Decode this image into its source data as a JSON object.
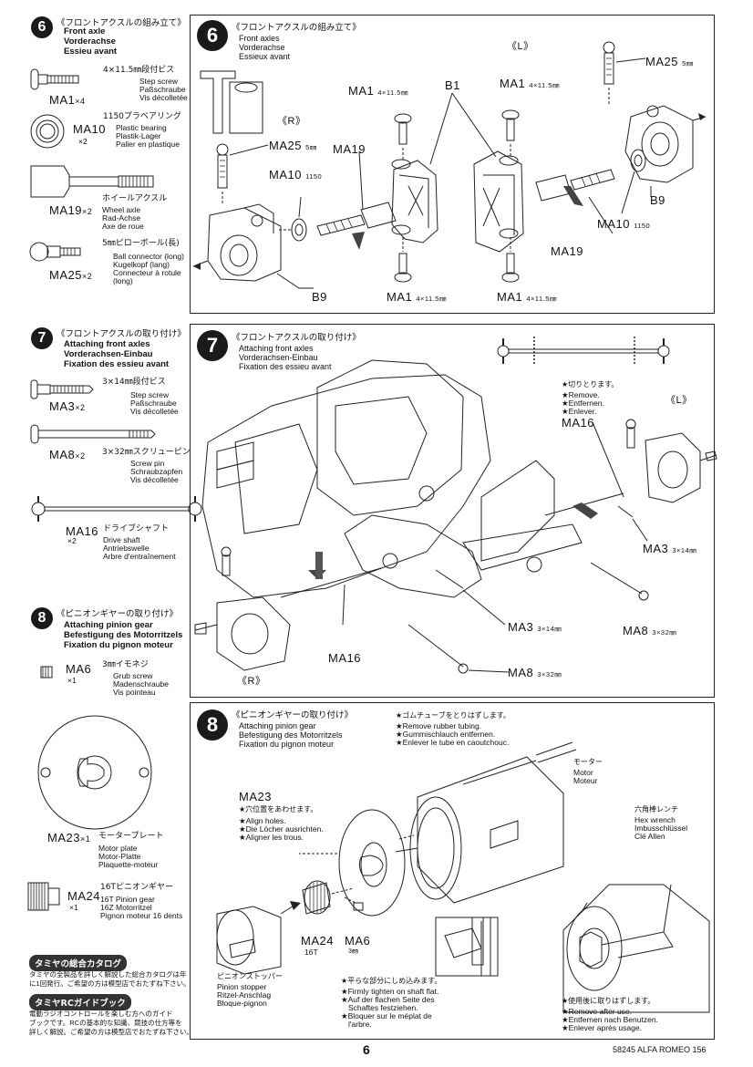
{
  "step6_left": {
    "num": "6",
    "title_jp": "《フロントアクスルの組み立て》",
    "title_en": "Front axle",
    "title_de": "Vorderachse",
    "title_fr": "Essieu avant",
    "parts": [
      {
        "code": "MA1",
        "qty": "×4",
        "jp": "4×11.5㎜段付ビス",
        "en": "Step screw",
        "de": "Paßschraube",
        "fr": "Vis décolletée"
      },
      {
        "code": "MA10",
        "qty": "×2",
        "jp": "1150プラベアリング",
        "en": "Plastic bearing",
        "de": "Plastik-Lager",
        "fr": "Palier en plastique"
      },
      {
        "code": "MA19",
        "qty": "×2",
        "jp": "ホイールアクスル",
        "en": "Wheel axle",
        "de": "Rad-Achse",
        "fr": "Axe de roue"
      },
      {
        "code": "MA25",
        "qty": "×2",
        "jp": "5㎜ピローボール(長)",
        "en": "Ball connector (long)",
        "de": "Kugelkopf (lang)",
        "fr": "Connecteur à rotule",
        "fr2": "(long)"
      }
    ]
  },
  "step7_left": {
    "num": "7",
    "title_jp": "《フロントアクスルの取り付け》",
    "title_en": "Attaching front axles",
    "title_de": "Vorderachsen-Einbau",
    "title_fr": "Fixation des essieu avant",
    "parts": [
      {
        "code": "MA3",
        "qty": "×2",
        "jp": "3×14㎜段付ビス",
        "en": "Step screw",
        "de": "Paßschraube",
        "fr": "Vis décolletée"
      },
      {
        "code": "MA8",
        "qty": "×2",
        "jp": "3×32㎜スクリューピン",
        "en": "Screw pin",
        "de": "Schraubzapfen",
        "fr": "Vis décolletée"
      },
      {
        "code": "MA16",
        "qty": "×2",
        "jp": "ドライブシャフト",
        "en": "Drive shaft",
        "de": "Antriebswelle",
        "fr": "Arbre d'entraînement"
      }
    ]
  },
  "step8_left": {
    "num": "8",
    "title_jp": "《ピニオンギヤーの取り付け》",
    "title_en": "Attaching pinion gear",
    "title_de": "Befestigung des Motorritzels",
    "title_fr": "Fixation du pignon moteur",
    "parts": [
      {
        "code": "MA6",
        "qty": "×1",
        "jp": "3㎜イモネジ",
        "en": "Grub screw",
        "de": "Madenschraube",
        "fr": "Vis pointeau"
      },
      {
        "code": "MA23",
        "qty": "×1",
        "jp": "モータープレート",
        "en": "Motor plate",
        "de": "Motor-Platte",
        "fr": "Plaquette-moteur"
      },
      {
        "code": "MA24",
        "qty": "×1",
        "jp": "16Tピニオンギヤー",
        "en": "16T Pinion gear",
        "de": "16Z Motorritzel",
        "fr": "Pignon moteur 16 dents"
      }
    ]
  },
  "catalog": {
    "banner1": "タミヤの総合カタログ",
    "text1a": "タミヤの全製品を詳しく解説した総合カタログは年",
    "text1b": "に1回発行。ご希望の方は模型店でおたずね下さい。",
    "banner2": "タミヤRCガイドブック",
    "text2a": "電動ラジオコントロールを楽しむ方へのガイド",
    "text2b": "ブックです。RCの基本的な知識、競技の仕方等を",
    "text2c": "詳しく解説。ご希望の方は模型店でおたずね下さい。"
  },
  "panel6": {
    "num": "6",
    "title_jp": "《フロントアクスルの組み立て》",
    "title_en": "Front axles",
    "title_de": "Vorderachse",
    "title_fr": "Essieux avant",
    "R": "《R》",
    "L": "《L》",
    "ma25_l": "MA25",
    "ma25_l_size": "5㎜",
    "ma25_r": "MA25",
    "ma25_r_size": "5㎜",
    "ma1_top_r": "MA1",
    "ma1_top_r_size": "4×11.5㎜",
    "b1": "B1",
    "ma1_top_l": "MA1",
    "ma1_top_l_size": "4×11.5㎜",
    "ma19_r": "MA19",
    "ma10_r": "MA10",
    "ma10_r_size": "1150",
    "b9_l": "B9",
    "ma10_l": "MA10",
    "ma10_l_size": "1150",
    "ma19_l": "MA19",
    "b9_r": "B9",
    "ma1_bot_r": "MA1",
    "ma1_bot_r_size": "4×11.5㎜",
    "ma1_bot_l": "MA1",
    "ma1_bot_l_size": "4×11.5㎜"
  },
  "panel7": {
    "num": "7",
    "title_jp": "《フロントアクスルの取り付け》",
    "title_en": "Attaching front axles",
    "title_de": "Vorderachsen-Einbau",
    "title_fr": "Fixation des essieu avant",
    "cut_jp": "★切りとります。",
    "cut_en": "★Remove.",
    "cut_de": "★Entfernen.",
    "cut_fr": "★Enlever.",
    "ma16_top": "MA16",
    "L": "《L》",
    "R": "《R》",
    "ma3_r": "MA3",
    "ma3_r_size": "3×14㎜",
    "ma8_r": "MA8",
    "ma8_r_size": "3×32㎜",
    "ma3_c": "MA3",
    "ma3_c_size": "3×14㎜",
    "ma16_bot": "MA16",
    "ma8_c": "MA8",
    "ma8_c_size": "3×32㎜"
  },
  "panel8": {
    "num": "8",
    "title_jp": "《ピニオンギヤーの取り付け》",
    "title_en": "Attaching pinion gear",
    "title_de": "Befestigung des Motorritzels",
    "title_fr": "Fixation du pignon moteur",
    "tube_jp": "★ゴムチューブをとりはずします。",
    "tube_en": "★Remove rubber tubing.",
    "tube_de": "★Gummischlauch entfernen.",
    "tube_fr": "★Enlever le tube en caoutchouc.",
    "motor_jp": "モーター",
    "motor_en": "Motor",
    "motor_fr": "Moteur",
    "ma23": "MA23",
    "align_jp": "★穴位置をあわせます。",
    "align_en": "★Align holes.",
    "align_de": "★Die Löcher ausrichten.",
    "align_fr": "★Aligner les trous.",
    "hex_jp": "六角棒レンチ",
    "hex_en": "Hex wrench",
    "hex_de": "Imbusschlüssel",
    "hex_fr": "Clé Allen",
    "ma24": "MA24",
    "ma24_sub": "16T",
    "ma6": "MA6",
    "ma6_sub": "3㎜",
    "stop_jp": "ピニオンストッパー",
    "stop_en": "Pinion stopper",
    "stop_de": "Ritzel-Anschlag",
    "stop_fr": "Bloque-pignon",
    "flat_jp": "★平らな部分にしめ込みます。",
    "flat_en": "★Firmly tighten on shaft flat.",
    "flat_de1": "★Auf der flachen Seite des",
    "flat_de2": "Schaftes festziehen.",
    "flat_fr1": "★Bloquer sur le méplat de",
    "flat_fr2": "l'arbre.",
    "after_jp": "★使用後に取りはずします。",
    "after_en": "★Remove after use.",
    "after_de": "★Entfernen nach Benutzen.",
    "after_fr": "★Enlever après usage."
  },
  "footer": {
    "page": "6",
    "code": "58245 ALFA ROMEO 156"
  }
}
